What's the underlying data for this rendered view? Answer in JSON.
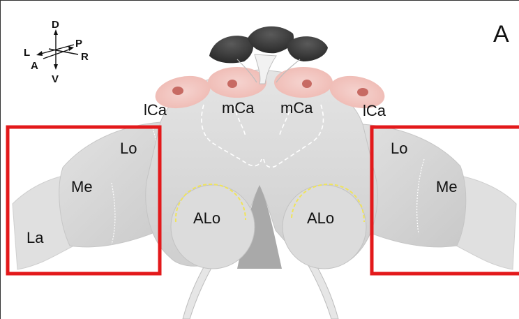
{
  "panel_letter": "A",
  "orientation": {
    "dorsal": "D",
    "ventral": "V",
    "lateral": "L",
    "anterior": "A",
    "posterior": "P",
    "right": "R"
  },
  "labels": {
    "lca_left": "lCa",
    "mca_left": "mCa",
    "mca_right": "mCa",
    "lca_right": "lCa",
    "lo_left": "Lo",
    "me_left": "Me",
    "la_left": "La",
    "alo_left": "ALo",
    "alo_right": "ALo",
    "lo_right": "Lo",
    "me_right": "Me"
  },
  "colors": {
    "highlight_box": "#e3191b",
    "brain_fill": "#d9d9d9",
    "calyx_pink": "#f2c6c0",
    "calyx_core": "#c76a63",
    "dark_cap": "#3b3b3b",
    "glomerulus_outline": "#f0e45a"
  }
}
